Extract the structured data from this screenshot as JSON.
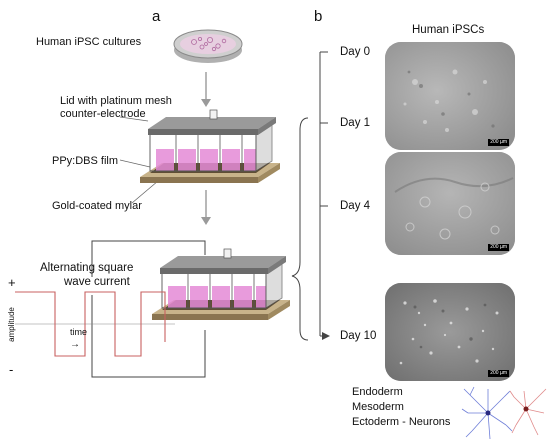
{
  "panel_a": {
    "label": "a",
    "culture_label": "Human iPSC cultures",
    "lid_label_line1": "Lid with platinum mesh",
    "lid_label_line2": "counter-electrode",
    "film_label": "PPy:DBS film",
    "gold_label": "Gold-coated mylar",
    "current_label_line1": "Alternating square",
    "current_label_line2": "wave current",
    "plus_sign": "+",
    "minus_sign": "-",
    "amplitude_label": "amplitude",
    "time_label": "time",
    "time_arrow": "→"
  },
  "panel_b": {
    "label": "b",
    "column_title": "Human iPSCs",
    "days": [
      "Day 0",
      "Day 1",
      "Day 4",
      "Day 10"
    ],
    "scale_bars": [
      "200 µm",
      "200 µm",
      "200 µm"
    ],
    "lineage": [
      "Endoderm",
      "Mesoderm",
      "Ectoderm - Neurons"
    ]
  },
  "colors": {
    "gold": "#b8a27a",
    "film": "#6b5a40",
    "pink": "#e48ad6",
    "lid": "#7a7a7a",
    "arrow": "#9a9a9a",
    "wave": "#c86060"
  }
}
